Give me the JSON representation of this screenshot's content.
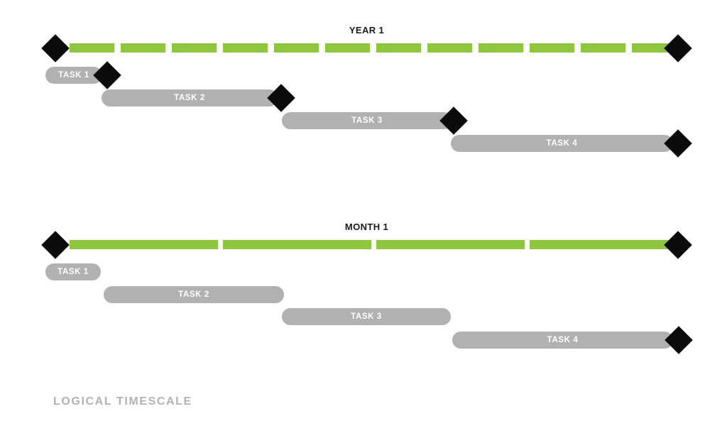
{
  "colors": {
    "timeline_green": "#8EC63F",
    "task_gray": "#B1B1B1",
    "milestone_black": "#0B0B0B",
    "task_label_white": "#FFFFFF",
    "title_black": "#1A1A1A",
    "footer_gray": "#B2B2B2"
  },
  "footer": {
    "label": "LOGICAL TIMESCALE"
  },
  "sections": [
    {
      "title": "YEAR 1",
      "timeline_segments": 12,
      "start_milestone": true,
      "end_milestone": true,
      "tasks": [
        {
          "label": "TASK 1",
          "has_milestone": true
        },
        {
          "label": "TASK 2",
          "has_milestone": true
        },
        {
          "label": "TASK 3",
          "has_milestone": true
        },
        {
          "label": "TASK 4",
          "has_milestone": true
        }
      ]
    },
    {
      "title": "MONTH 1",
      "timeline_segments": 4,
      "start_milestone": true,
      "end_milestone": true,
      "tasks": [
        {
          "label": "TASK 1",
          "has_milestone": false
        },
        {
          "label": "TASK 2",
          "has_milestone": false
        },
        {
          "label": "TASK 3",
          "has_milestone": false
        },
        {
          "label": "TASK 4",
          "has_milestone": true
        }
      ]
    }
  ]
}
